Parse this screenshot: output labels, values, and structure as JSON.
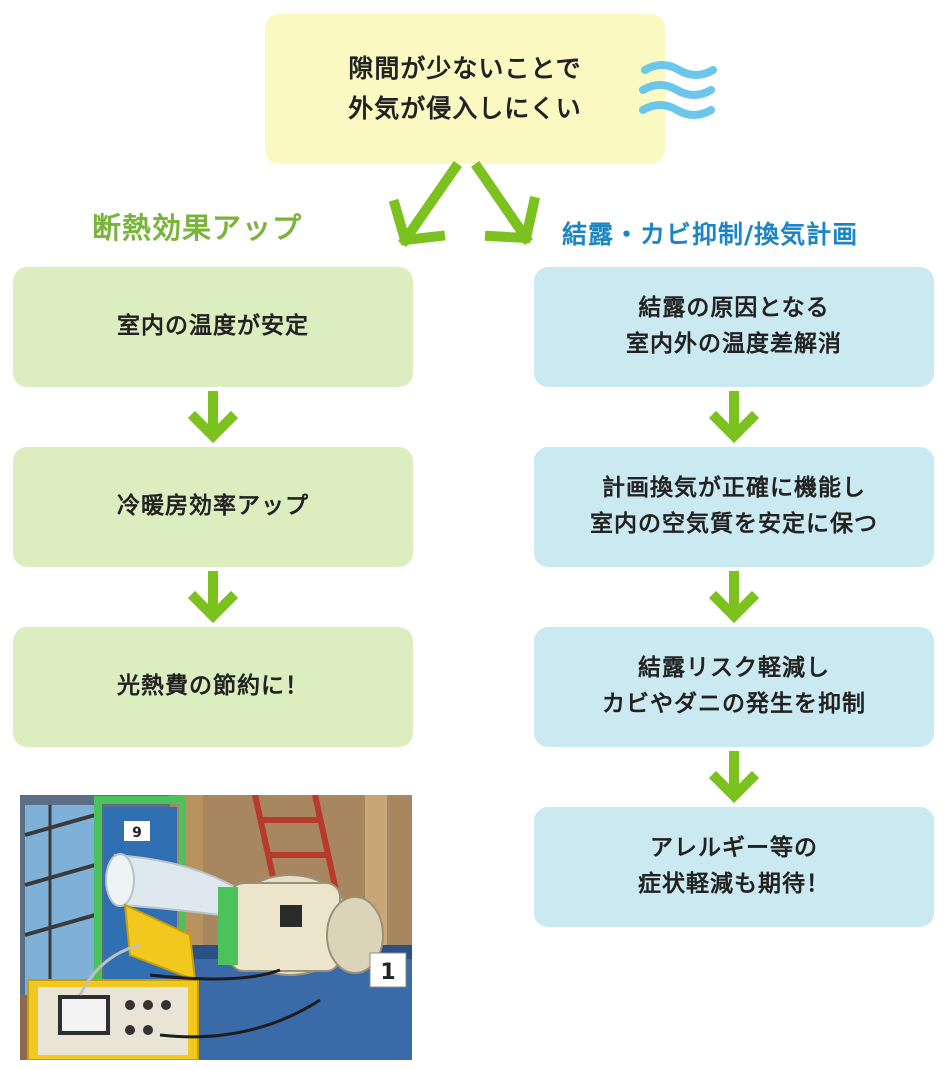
{
  "top_box": {
    "line1": "隙間が少ないことで",
    "line2": "外気が侵入しにくい"
  },
  "left_branch": {
    "heading": "断熱効果アップ",
    "steps": [
      {
        "line1": "室内の温度が安定"
      },
      {
        "line1": "冷暖房効率アップ"
      },
      {
        "line1": "光熱費の節約に！"
      }
    ]
  },
  "right_branch": {
    "heading": "結露・カビ抑制/換気計画",
    "steps": [
      {
        "line1": "結露の原因となる",
        "line2": "室内外の温度差解消"
      },
      {
        "line1": "計画換気が正確に機能し",
        "line2": "室内の空気質を安定に保つ"
      },
      {
        "line1": "結露リスク軽減し",
        "line2": "カビやダニの発生を抑制"
      },
      {
        "line1": "アレルギー等の",
        "line2": "症状軽減も期待！"
      }
    ]
  },
  "photo": {
    "label_left": "9",
    "label_right": "1"
  },
  "colors": {
    "top_box": "#fbf9c2",
    "left_box": "#dcedc0",
    "right_box": "#cbe9f0",
    "arrow": "#7cc21f",
    "left_heading": "#7ab43a",
    "right_heading": "#1c86c4",
    "wind": "#6cc6ea"
  }
}
